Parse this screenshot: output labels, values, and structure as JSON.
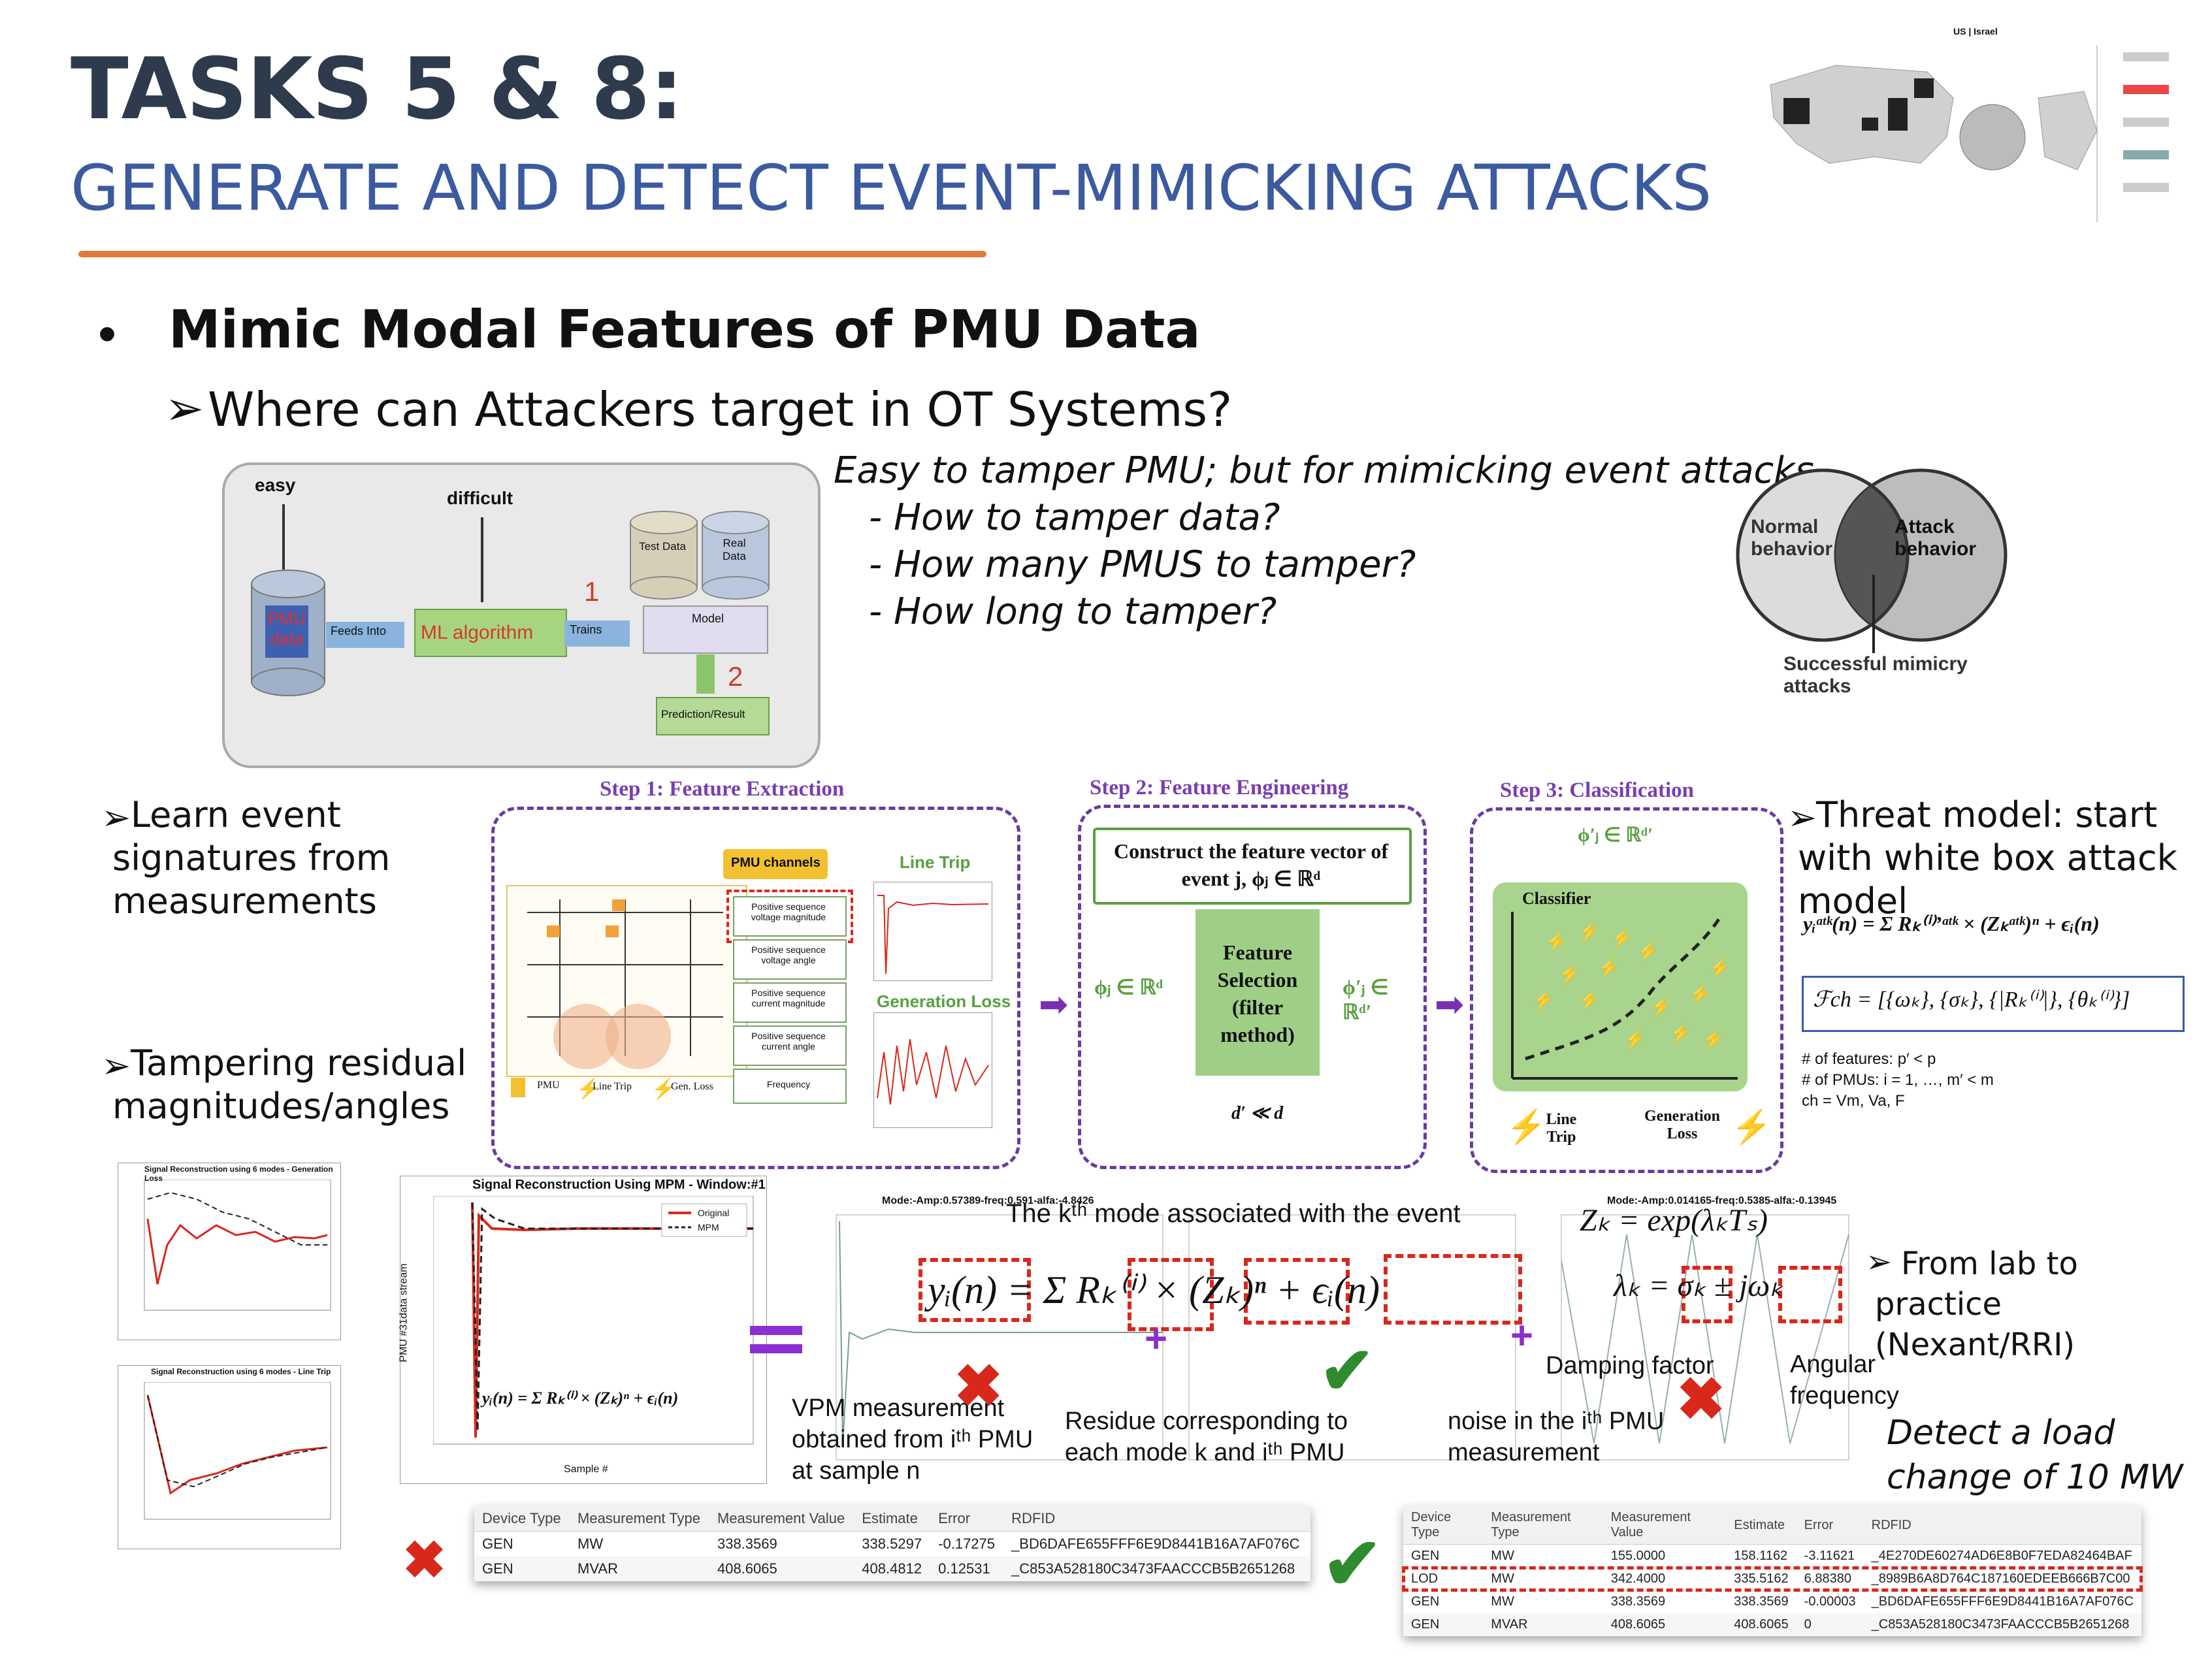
{
  "header": {
    "title": "TASKS 5 & 8:",
    "subtitle": "GENERATE AND DETECT EVENT-MIMICKING ATTACKS"
  },
  "main_bullet": "Mimic Modal Features of PMU Data",
  "sub_question": "Where can Attackers target in OT Systems?",
  "ml_diagram": {
    "easy": "easy",
    "difficult": "difficult",
    "pmu_data": "PMU data",
    "feeds_into": "Feeds Into",
    "ml_algorithm": "ML algorithm",
    "trains": "Trains",
    "test_data": "Test Data",
    "real_data": "Real Data",
    "model": "Model",
    "prediction": "Prediction/Result",
    "num1": "1",
    "num2": "2"
  },
  "tamper_questions": {
    "lead": "Easy to tamper PMU; but for mimicking event attacks.",
    "items": [
      "- How to tamper data?",
      "- How many PMUS to tamper?",
      "- How long to tamper?"
    ]
  },
  "venn": {
    "left": "Normal behavior",
    "right": "Attack behavior",
    "caption": "Successful mimicry attacks"
  },
  "side_notes": {
    "learn": "Learn event signatures from measurements",
    "tampering": "Tampering residual magnitudes/angles",
    "threat": "Threat model: start with white box attack model",
    "lab": "From lab to practice (Nexant/RRI)",
    "detect": "Detect a load change of 10 MW"
  },
  "steps": {
    "step1": "Step 1: Feature Extraction",
    "step2": "Step 2: Feature Engineering",
    "step3": "Step 3: Classification",
    "pmu_channels": "PMU channels",
    "channels": [
      "Positive sequence voltage magnitude",
      "Positive sequence voltage angle",
      "Positive sequence current magnitude",
      "Positive sequence current angle",
      "Frequency"
    ],
    "line_trip": "Line Trip",
    "generation_loss": "Generation Loss",
    "legend_pmu": "PMU",
    "legend_line_trip": "Line Trip",
    "legend_gen_loss": "Gen. Loss",
    "construct": "Construct the feature vector of event j, ϕⱼ ∈ ℝᵈ",
    "phi_in": "ϕⱼ ∈ ℝᵈ",
    "feature_selection": "Feature Selection (filter method)",
    "phi_out": "ϕ′ⱼ ∈ ℝᵈ′",
    "d_relation": "d′ ≪ d",
    "phi_top": "ϕ′ⱼ ∈ ℝᵈ′",
    "classifier": "Classifier",
    "class_line_trip": "Line Trip",
    "class_gen_loss": "Generation Loss"
  },
  "formulas": {
    "attack": "yᵢᵃᵗᵏ(n) = Σ Rₖ⁽ⁱ⁾ʼᵃᵗᵏ × (Zₖᵃᵗᵏ)ⁿ + ϵᵢ(n)",
    "feature_set": "ℱch = [{ωₖ}, {σₖ}, {|Rₖ⁽ⁱ⁾|}, {θₖ⁽ⁱ⁾}]",
    "notes": [
      "# of features: p′ < p",
      "# of PMUs: i = 1, …, m′ < m",
      "ch = Vm, Va, F"
    ],
    "main": "yᵢ(n) = Σ Rₖ⁽ⁱ⁾ × (Zₖ)ⁿ + ϵᵢ(n)",
    "zk": "Zₖ = exp(λₖTₛ)",
    "lambda": "λₖ = σₖ ± jωₖ",
    "mode_caption": "The kᵗʰ mode associated with the event",
    "vpm": "VPM measurement obtained from iᵗʰ PMU at sample n",
    "residue": "Residue corresponding to each mode k and iᵗʰ PMU",
    "noise": "noise in the iᵗʰ PMU measurement",
    "damping": "Damping factor",
    "angular": "Angular frequency",
    "small": "yᵢ(n) = Σ Rₖ⁽ⁱ⁾ × (Zₖ)ⁿ + ϵᵢ(n)"
  },
  "charts": {
    "gen_loss_title": "Signal Reconstruction using 6 modes - Generation Loss",
    "line_trip_title": "Signal Reconstruction using 6 modes - Line Trip",
    "mpm_title": "Signal Reconstruction Using MPM - Window:#1",
    "mpm_ylabel": "PMU #31data stream",
    "mpm_xlabel": "Sample #",
    "mpm_legend": [
      "Original",
      "MPM"
    ],
    "mode1_title": "Mode:-Amp:0.57389-freq:0.591-alfa:-4.8426",
    "mode3_title": "Mode:-Amp:0.014165-freq:0.5385-alfa:-0.13945"
  },
  "table_left": {
    "headers": [
      "Device Type",
      "Measurement Type",
      "Measurement Value",
      "Estimate",
      "Error",
      "RDFID"
    ],
    "rows": [
      [
        "GEN",
        "MW",
        "338.3569",
        "338.5297",
        "-0.17275",
        "_BD6DAFE655FFF6E9D8441B16A7AF076C"
      ],
      [
        "GEN",
        "MVAR",
        "408.6065",
        "408.4812",
        "0.12531",
        "_C853A528180C3473FAACCCB5B2651268"
      ]
    ]
  },
  "table_right": {
    "headers": [
      "Device Type",
      "Measurement Type",
      "Measurement Value",
      "Estimate",
      "Error",
      "RDFID"
    ],
    "rows": [
      [
        "GEN",
        "MW",
        "155.0000",
        "158.1162",
        "-3.11621",
        "_4E270DE60274AD6E8B0F7EDA82464BAF"
      ],
      [
        "LOD",
        "MW",
        "342.4000",
        "335.5162",
        "6.88380",
        "_8989B6A8D764C187160EDEEB666B7C00"
      ],
      [
        "GEN",
        "MW",
        "338.3569",
        "338.3569",
        "-0.00003",
        "_BD6DAFE655FFF6E9D8441B16A7AF076C"
      ],
      [
        "GEN",
        "MVAR",
        "408.6065",
        "408.6065",
        "0",
        "_C853A528180C3473FAACCCB5B2651268"
      ]
    ]
  },
  "logo_map": {
    "us_israel": "US | Israel"
  }
}
